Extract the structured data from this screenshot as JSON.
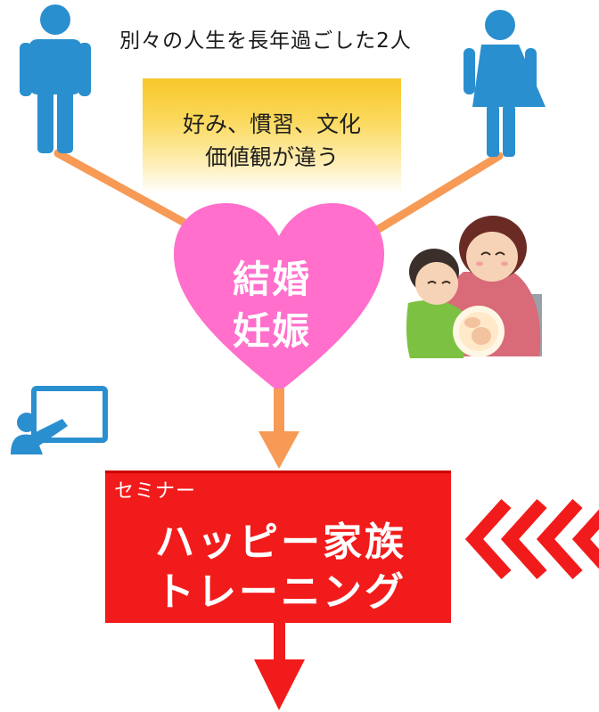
{
  "top_caption": "別々の人生を長年過ごした2人",
  "differences": {
    "line1": "好み、慣習、文化",
    "line2": "価値観が違う"
  },
  "heart": {
    "line1": "結婚",
    "line2": "妊娠"
  },
  "seminar": {
    "label": "セミナー",
    "title_line1": "ハッピー家族",
    "title_line2": "トレーニング"
  },
  "icons": {
    "man": "man-icon",
    "woman": "woman-icon",
    "family": "pregnant-couple-illustration",
    "presentation": "presentation-icon",
    "chevrons": "triple-chevron-left-icon"
  },
  "colors": {
    "person": "#2a8fcf",
    "connector": "#f79a55",
    "heart": "#ff6fcb",
    "seminar": "#f21b1b",
    "gradient_top": "#f8c62a"
  }
}
